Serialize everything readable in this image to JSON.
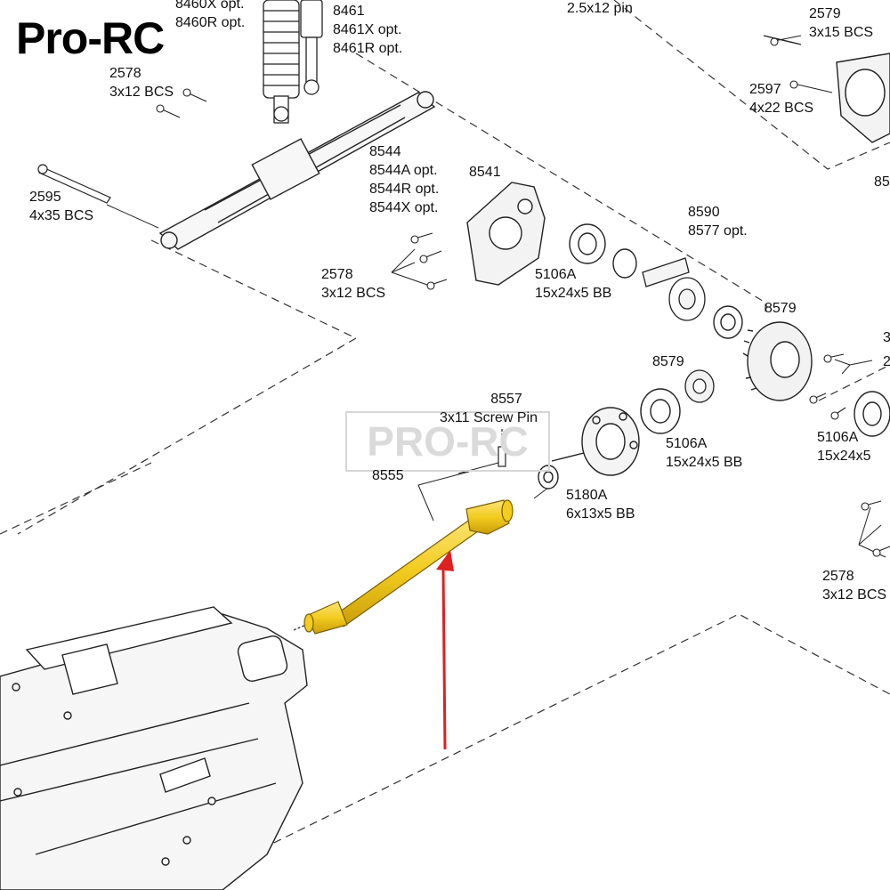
{
  "brand": {
    "logo": "Pro-RC",
    "watermark": "PRO-RC"
  },
  "accent_colors": {
    "highlight_part": "#f2cc1f",
    "arrow": "#e02020"
  },
  "callouts": [
    {
      "id": "c-8460",
      "lines": [
        "8460X opt.",
        "8460R opt."
      ]
    },
    {
      "id": "c-8461",
      "lines": [
        "8461",
        "8461X opt.",
        "8461R opt."
      ]
    },
    {
      "id": "c-pin",
      "lines": [
        "2.5x12 pin"
      ]
    },
    {
      "id": "c-2579",
      "lines": [
        "2579",
        "3x15 BCS"
      ]
    },
    {
      "id": "c-2578a",
      "lines": [
        "2578",
        "3x12 BCS"
      ]
    },
    {
      "id": "c-2597",
      "lines": [
        "2597",
        "4x22 BCS"
      ]
    },
    {
      "id": "c-8544",
      "lines": [
        "8544",
        "8544A opt.",
        "8544R opt.",
        "8544X opt."
      ]
    },
    {
      "id": "c-8541",
      "lines": [
        "8541"
      ]
    },
    {
      "id": "c-2595",
      "lines": [
        "2595",
        "4x35 BCS"
      ]
    },
    {
      "id": "c-85",
      "lines": [
        "85"
      ]
    },
    {
      "id": "c-8590",
      "lines": [
        "8590",
        "8577 opt."
      ]
    },
    {
      "id": "c-2578b",
      "lines": [
        "2578",
        "3x12 BCS"
      ]
    },
    {
      "id": "c-5106a-1",
      "lines": [
        "5106A",
        "15x24x5 BB"
      ]
    },
    {
      "id": "c-8579a",
      "lines": [
        "8579"
      ]
    },
    {
      "id": "c-8579b",
      "lines": [
        "8579"
      ]
    },
    {
      "id": "c-3",
      "lines": [
        "3"
      ]
    },
    {
      "id": "c-2",
      "lines": [
        "2"
      ]
    },
    {
      "id": "c-8557",
      "lines": [
        "8557",
        "3x11 Screw Pin"
      ]
    },
    {
      "id": "c-8555",
      "lines": [
        "8555"
      ]
    },
    {
      "id": "c-5106a-2",
      "lines": [
        "5106A",
        "15x24x5 BB"
      ]
    },
    {
      "id": "c-5106a-3",
      "lines": [
        "5106A",
        "15x24x5"
      ]
    },
    {
      "id": "c-5180a",
      "lines": [
        "5180A",
        "6x13x5 BB"
      ]
    },
    {
      "id": "c-2578c",
      "lines": [
        "2578",
        "3x12 BCS"
      ]
    }
  ]
}
